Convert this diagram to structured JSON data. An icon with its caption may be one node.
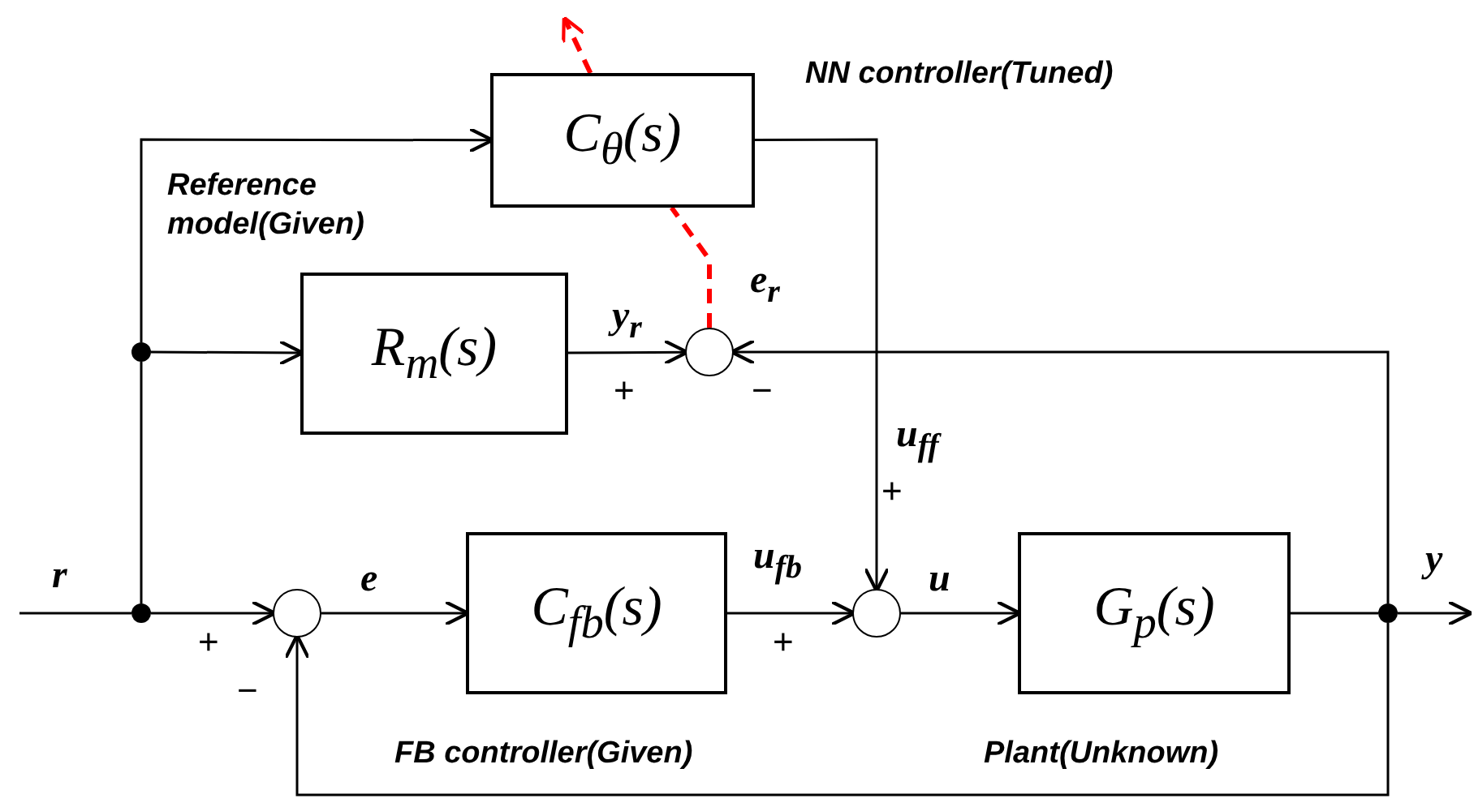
{
  "diagram": {
    "nodes": [
      {
        "text": [
          "C$_{θ}$(s)"
        ],
        "beside": [
          "NN controller(Tuned)"
        ]
      },
      {
        "text": [
          "R$_{m}$(s)"
        ],
        "beside": [
          "Reference model(Given)"
        ]
      },
      {
        "text": [],
        "shape": "circle"
      },
      {
        "text": [],
        "shape": "circle"
      },
      {
        "text": [
          "C$_{fb}$(s)"
        ],
        "beside": [
          "FB controller(Given)"
        ]
      },
      {
        "text": [],
        "shape": "circle"
      },
      {
        "text": [
          "G$_{p}$(s)"
        ],
        "beside": [
          "Plant(Unknown)"
        ]
      },
      {
        "text": [],
        "shape": "dot"
      },
      {
        "text": [],
        "shape": "dot"
      },
      {
        "text": [],
        "shape": "dot"
      }
    ],
    "edges": [
      {
        "from": null,
        "to": 7,
        "arrow": "none",
        "label": "r"
      },
      {
        "from": 7,
        "to": 3,
        "arrow": "to"
      },
      {
        "from": 7,
        "to": 8,
        "arrow": "none"
      },
      {
        "from": 8,
        "to": 1,
        "arrow": "to"
      },
      {
        "from": 8,
        "to": 0,
        "arrow": "to"
      },
      {
        "from": 1,
        "to": 2,
        "arrow": "to",
        "label": "y$_{r}$"
      },
      {
        "from": 2,
        "to": 0,
        "arrow": "none",
        "label": "e$_{r}$",
        "style": "dashed",
        "color": "#ff0000"
      },
      {
        "from": 0,
        "to": null,
        "arrow": "to",
        "style": "dashed",
        "color": "#ff0000"
      },
      {
        "from": 0,
        "to": 5,
        "arrow": "to",
        "label": "u$_{ff}$"
      },
      {
        "from": 3,
        "to": 4,
        "arrow": "to",
        "label": "e"
      },
      {
        "from": 4,
        "to": 5,
        "arrow": "to",
        "label": "u$_{fb}$"
      },
      {
        "from": 5,
        "to": 6,
        "arrow": "to",
        "label": "u"
      },
      {
        "from": 6,
        "to": 9,
        "arrow": "none"
      },
      {
        "from": 9,
        "to": null,
        "arrow": "to",
        "label": "y"
      },
      {
        "from": 9,
        "to": 2,
        "arrow": "to"
      },
      {
        "from": 9,
        "to": 3,
        "arrow": "to"
      }
    ],
    "labels": [
      "+",
      "−",
      "+",
      "+",
      "+",
      "−"
    ]
  }
}
